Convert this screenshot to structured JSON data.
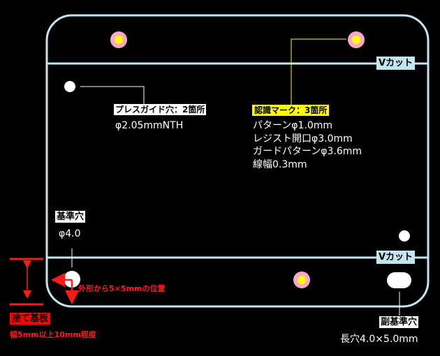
{
  "vcut_label": "Vカット",
  "press_guide": {
    "label": "プレスガイド穴：2箇所",
    "spec": "φ2.05mmNTH"
  },
  "recognition_mark": {
    "label": "認識マーク：3箇所",
    "specs": [
      "パターンφ1.0mm",
      "レジスト開口φ3.0mm",
      "ガードパターンφ3.6mm",
      "線幅0.3mm"
    ]
  },
  "reference_hole": {
    "label": "基準穴",
    "spec": "φ4.0",
    "position_note": "外形から5×5mmの位置"
  },
  "waste_board": {
    "label": "捨て基板",
    "note": "幅5mm以上10mm程度"
  },
  "sub_reference_hole": {
    "label": "副基準穴",
    "spec": "長穴4.0×5.0mm"
  },
  "colors": {
    "board_outline": "#c2e6ef",
    "mark_outer": "#f9a8c8",
    "mark_inner": "#ffff00",
    "annotation_red": "#ff0000"
  }
}
